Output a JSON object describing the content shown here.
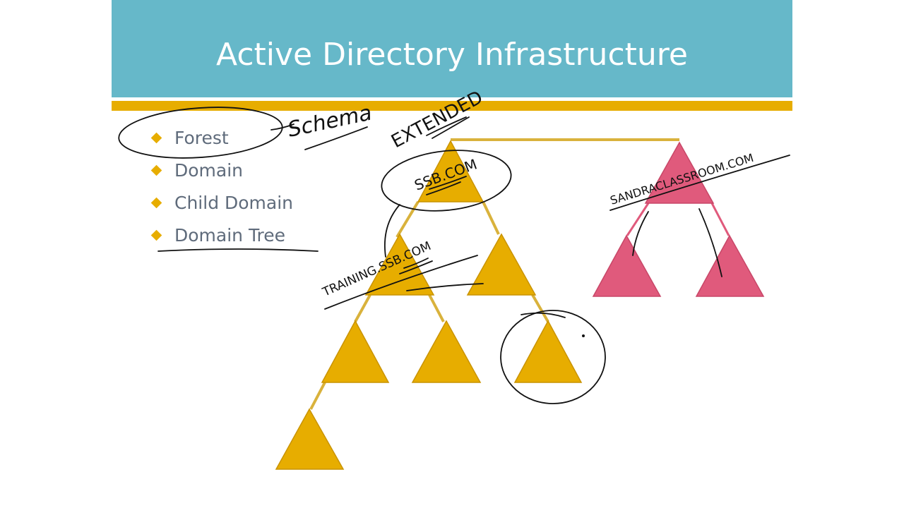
{
  "slide": {
    "title": "Active Directory Infrastructure",
    "bullets": [
      {
        "label": "Forest"
      },
      {
        "label": "Domain"
      },
      {
        "label": "Child Domain"
      },
      {
        "label": "Domain Tree"
      }
    ]
  },
  "handwritten": {
    "schema": "Schema",
    "extended": "EXTENDED",
    "root_domain": "SSB.COM",
    "child_domain": "TRAINING.SSB.COM",
    "second_tree": "SANDRACLASSROOM.COM"
  },
  "colors": {
    "title_bar": "#66b8c9",
    "accent": "#e7ad00",
    "tree_gold": "#e7ad00",
    "tree_pink": "#e05a7c",
    "ink": "#111111"
  }
}
